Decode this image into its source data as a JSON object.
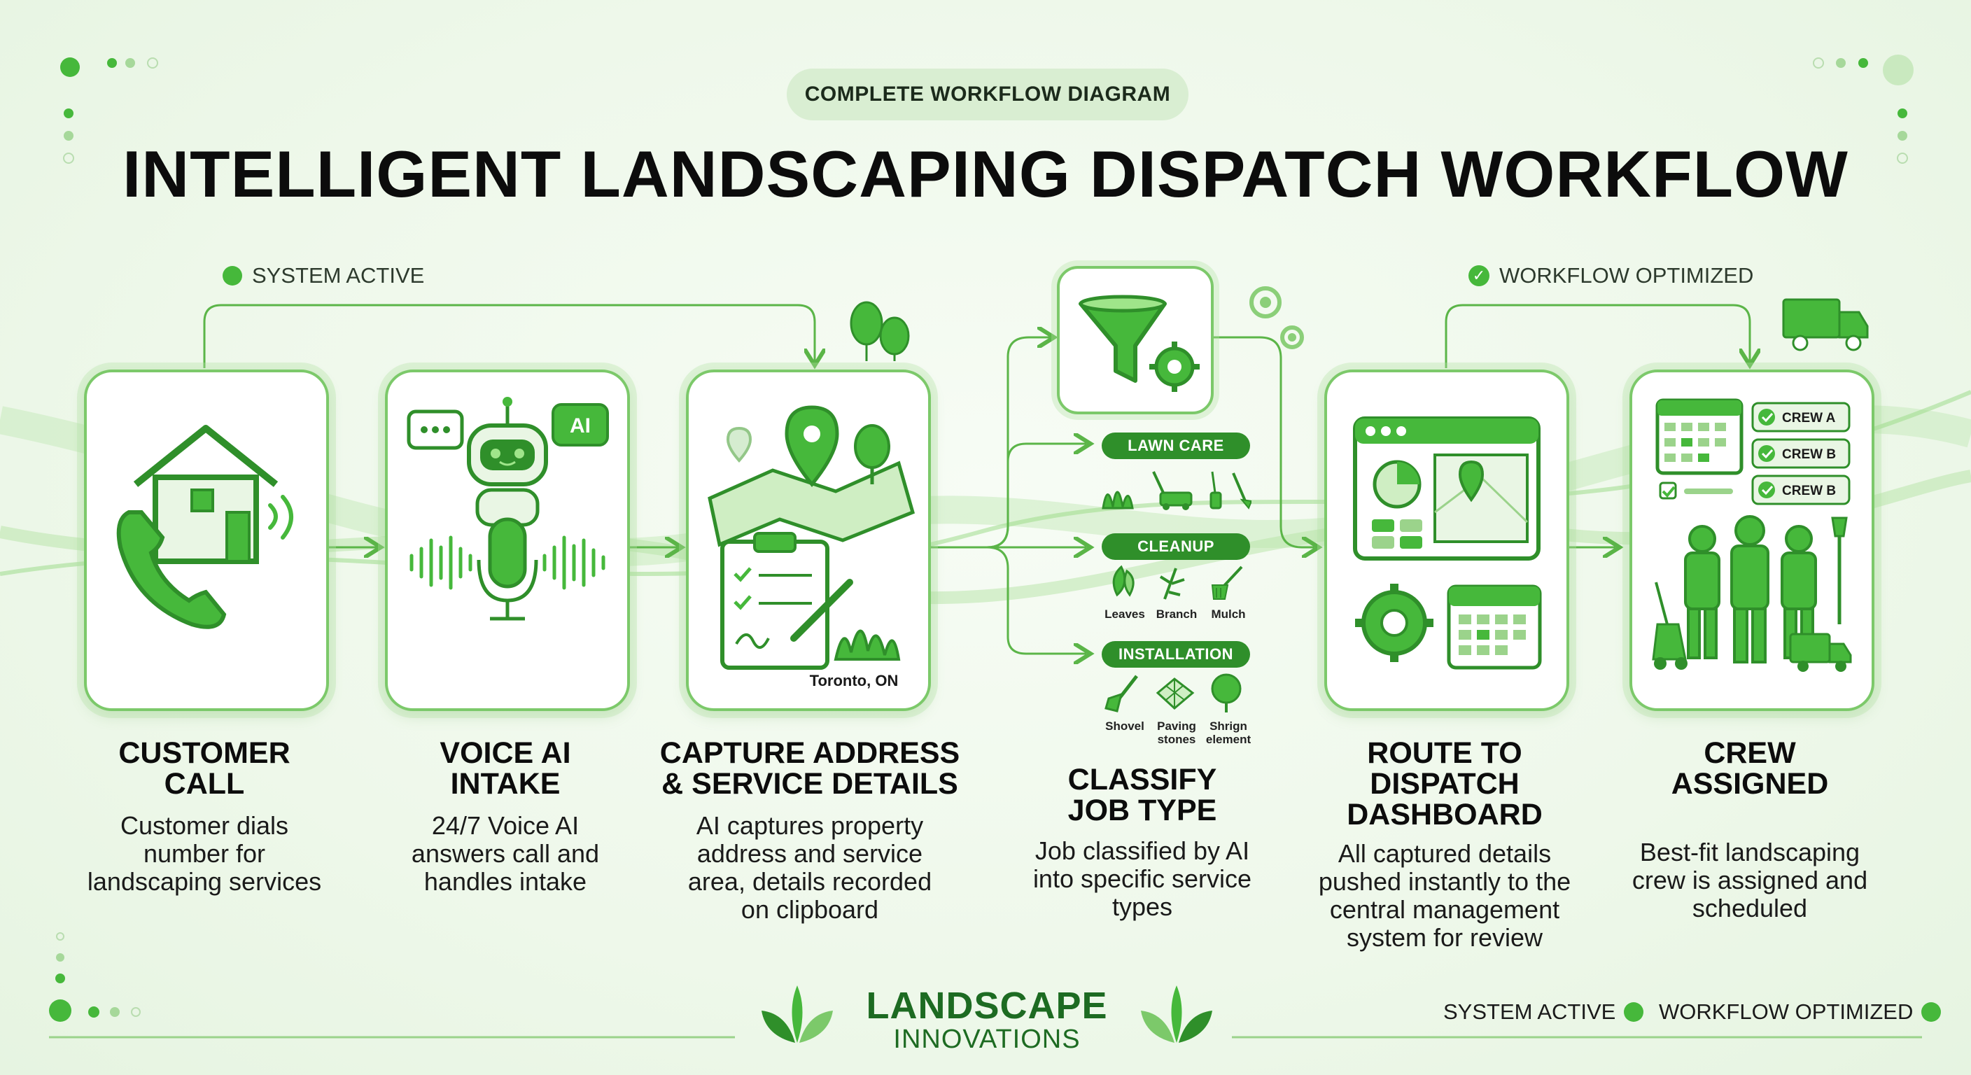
{
  "header": {
    "badge": "COMPLETE WORKFLOW DIAGRAM",
    "title": "INTELLIGENT LANDSCAPING DISPATCH WORKFLOW"
  },
  "status": {
    "system_active": "SYSTEM ACTIVE",
    "workflow_optimized": "WORKFLOW OPTIMIZED"
  },
  "steps": [
    {
      "title_1": "CUSTOMER",
      "title_2": "CALL",
      "desc_1": "Customer dials",
      "desc_2": "number for",
      "desc_3": "landscaping services"
    },
    {
      "title_1": "VOICE AI",
      "title_2": "INTAKE",
      "desc_1": "24/7 Voice AI",
      "desc_2": "answers call and",
      "desc_3": "handles intake",
      "ai_badge": "AI"
    },
    {
      "title_1": "CAPTURE ADDRESS",
      "title_2": "& SERVICE DETAILS",
      "desc_1": "AI captures property",
      "desc_2": "address and service",
      "desc_3": "area, details recorded",
      "desc_4": "on clipboard",
      "location": "Toronto, ON"
    },
    {
      "title_1": "CLASSIFY",
      "title_2": "JOB TYPE",
      "desc_1": "Job classified by AI",
      "desc_2": "into specific service",
      "desc_3": "types"
    },
    {
      "title_1": "ROUTE TO",
      "title_2": "DISPATCH",
      "title_3": "DASHBOARD",
      "desc_1": "All captured details",
      "desc_2": "pushed instantly to the",
      "desc_3": "central management",
      "desc_4": "system for review"
    },
    {
      "title_1": "CREW",
      "title_2": "ASSIGNED",
      "desc_1": "Best-fit landscaping",
      "desc_2": "crew is assigned and",
      "desc_3": "scheduled",
      "crews": [
        "CREW A",
        "CREW B",
        "CREW B"
      ]
    }
  ],
  "categories": {
    "lawn_care": "LAWN CARE",
    "cleanup": "CLEANUP",
    "cleanup_items": [
      "Leaves",
      "Branch",
      "Mulch"
    ],
    "installation": "INSTALLATION",
    "installation_items_1": [
      "Shovel",
      "Paving",
      "Shrign"
    ],
    "installation_items_2": [
      "",
      "stones",
      "element"
    ]
  },
  "brand": {
    "line_1": "LANDSCAPE",
    "line_2": "INNOVATIONS"
  },
  "colors": {
    "accent": "#46b83b",
    "dark_green": "#2f8f2a",
    "brand": "#1d6b22",
    "card_border": "#7cc96a"
  }
}
